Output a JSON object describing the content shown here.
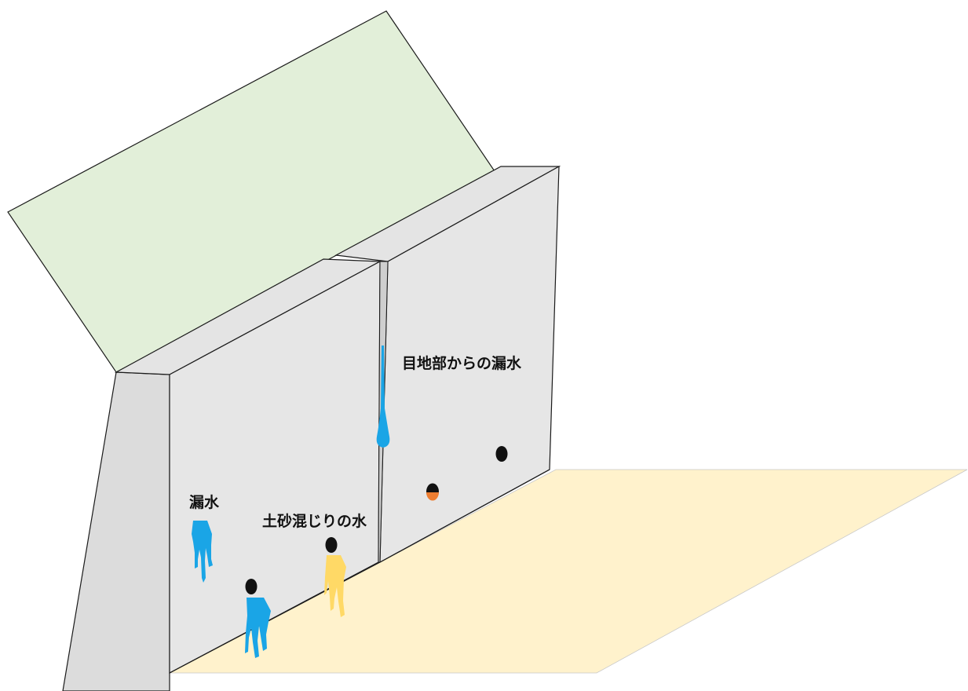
{
  "labels": {
    "joint_leak": "目地部からの漏水",
    "leak": "漏水",
    "muddy_water": "土砂混じりの水"
  },
  "colors": {
    "slope_grass": "#e2efd9",
    "ground": "#fff2cc",
    "wall_face": "#e6e6e6",
    "wall_side": "#d7d7d7",
    "outline": "#1a1a1a",
    "clear_water": "#1aa5e6",
    "muddy_water": "#ffd966",
    "drain_hole": "#111111",
    "sediment_in_hole": "#ed7d31"
  },
  "icons": {
    "drain_hole": "drain-hole-icon",
    "water_drip": "water-drip-icon"
  }
}
